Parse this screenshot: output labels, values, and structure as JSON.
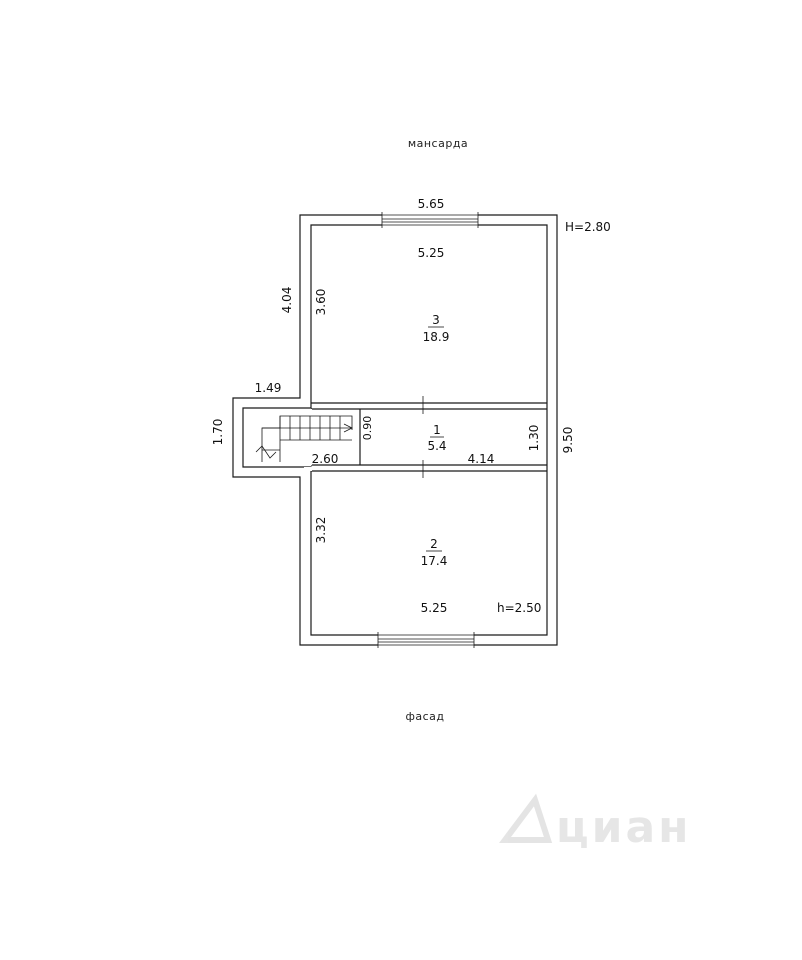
{
  "captions": {
    "top": "мансарда",
    "bottom": "фасад"
  },
  "dimensions": {
    "outer_top_width": "5.65",
    "ceiling_upper": "H=2.80",
    "room3_width": "5.25",
    "outer_left_upper": "4.04",
    "room3_height": "3.60",
    "stair_width": "1.49",
    "stair_height": "1.70",
    "corridor_opening": "0.90",
    "corridor_stair_len": "2.60",
    "corridor_len": "4.14",
    "corridor_height": "1.30",
    "outer_right": "9.50",
    "room2_height": "3.32",
    "room2_width": "5.25",
    "ceiling_lower": "h=2.50"
  },
  "rooms": [
    {
      "number": "3",
      "area": "18.9"
    },
    {
      "number": "1",
      "area": "5.4"
    },
    {
      "number": "2",
      "area": "17.4"
    }
  ],
  "watermark": {
    "text": "циан",
    "icon": "cian-logo-icon"
  }
}
